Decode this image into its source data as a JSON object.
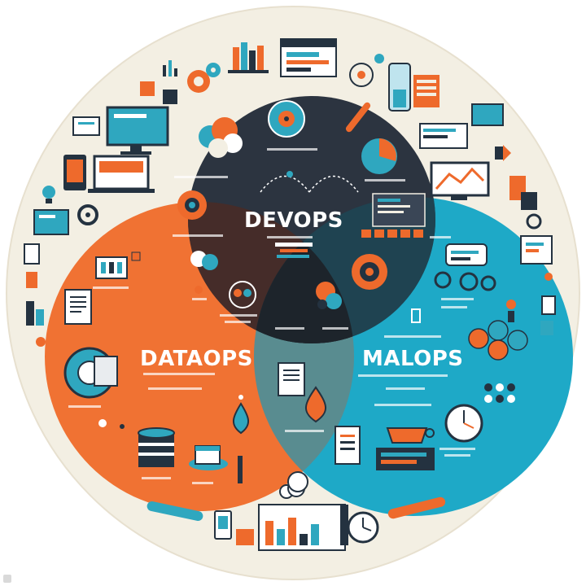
{
  "diagram": {
    "regions": [
      {
        "id": "devops",
        "title": "DEVOPS"
      },
      {
        "id": "dataops",
        "title": "DATAOPS"
      },
      {
        "id": "mlops",
        "title": "MALOPS"
      }
    ]
  },
  "colors": {
    "background_ring": "#f3efe3",
    "devops": "#2c3440",
    "dataops": "#f07233",
    "mlops": "#1ea9c7",
    "overlap_dark": "#1d2128",
    "accent_teal": "#2fa7bf",
    "accent_orange": "#ee6a2c",
    "ink": "#243240"
  },
  "icons": [
    "monitor-icon",
    "laptop-icon",
    "tablet-icon",
    "gear-icon",
    "clipboard-icon",
    "database-icon",
    "coffee-cup-icon",
    "clock-icon",
    "water-drop-icon",
    "document-icon",
    "pen-icon",
    "dashboard-icon",
    "cloud-icon",
    "bar-chart-icon",
    "server-rack-icon",
    "film-clapper-icon",
    "lightbulb-icon",
    "rocket-icon"
  ]
}
